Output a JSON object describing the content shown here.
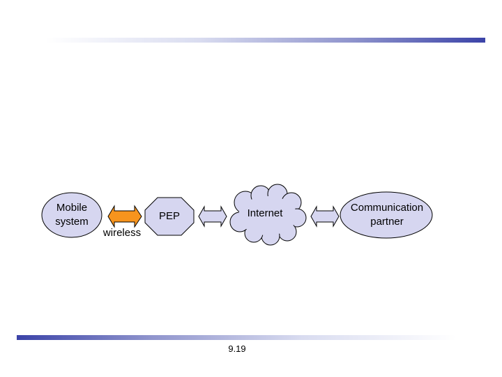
{
  "colors": {
    "accent_bar": "#3b43a8",
    "wireless_arrow": "#f7941d",
    "node_fill": "#d6d6f0",
    "outline": "#000000"
  },
  "diagram": {
    "mobile_system": "Mobile\nsystem",
    "wireless_label": "wireless",
    "pep": "PEP",
    "internet": "Internet",
    "communication_partner": "Communication\npartner"
  },
  "footer": {
    "page_number": "9.19"
  }
}
